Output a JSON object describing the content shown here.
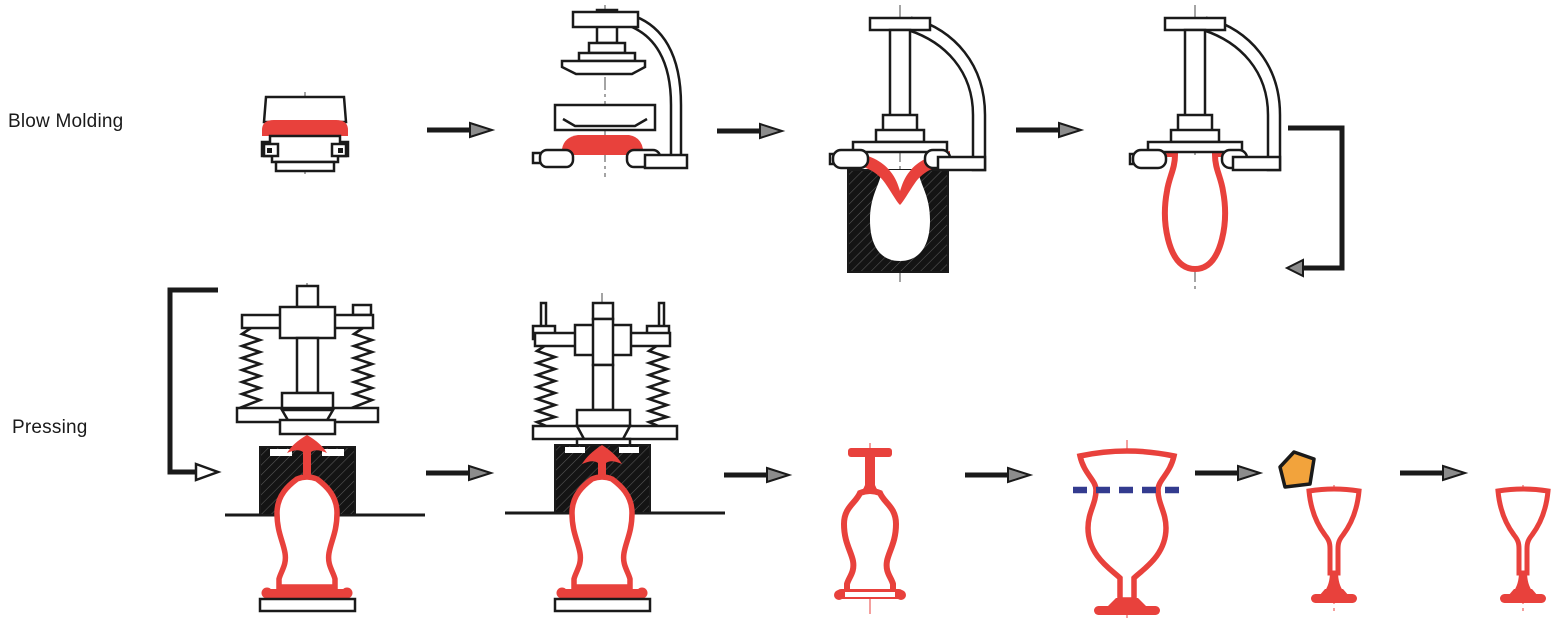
{
  "labels": {
    "blow_molding": "Blow Molding",
    "pressing": "Pressing"
  },
  "colors": {
    "background": "#FFFFFF",
    "glass_red": "#E8413C",
    "outline_black": "#1A1A1A",
    "mold_black": "#141414",
    "arrow_gray": "#8C8C8C",
    "flame_orange": "#F2A33C",
    "cut_line_blue": "#333B8F"
  },
  "rows": [
    {
      "id": "blow-molding",
      "label": "Blow Molding",
      "stages": [
        "gob-in-neck-mold",
        "blow-head-and-settle-mold",
        "blow-into-finish-mold",
        "finished-parison-hanging"
      ]
    },
    {
      "id": "pressing",
      "label": "Pressing",
      "stages": [
        "press-open-with-gob",
        "press-closed",
        "pressed-blank-inverted",
        "blank-with-cut-line",
        "fire-polishing-rim",
        "finished-glass"
      ]
    }
  ]
}
